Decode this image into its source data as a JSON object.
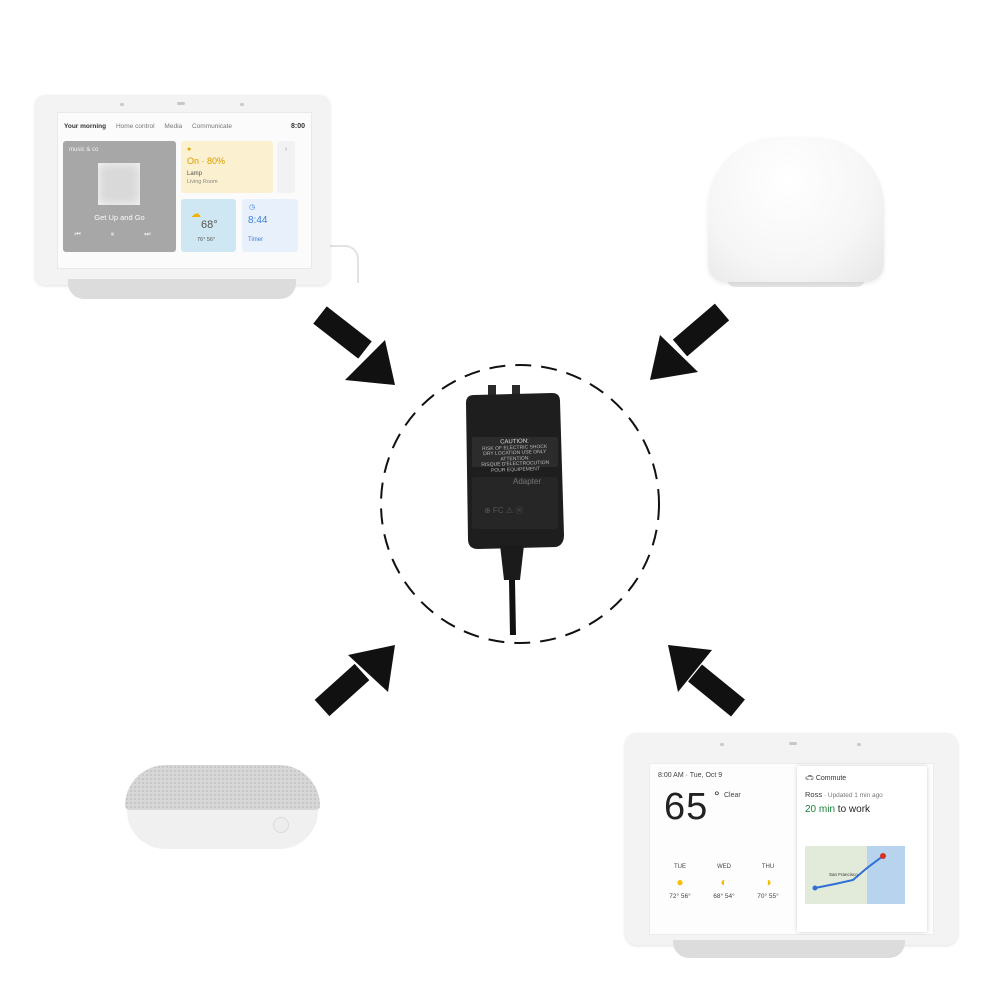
{
  "hub_top": {
    "tabs": [
      "Your morning",
      "Home control",
      "Media",
      "Communicate"
    ],
    "clock": "8:00",
    "music": {
      "source": "music & co",
      "song": "Get Up and Go",
      "controls": "⏮ ⏸ ⏭"
    },
    "lamp": {
      "state": "On · 80%",
      "name": "Lamp",
      "room": "Living Room"
    },
    "weather": {
      "temp": "68°",
      "lohi": "76° 56°"
    },
    "timer": {
      "time": "8:44",
      "label": "Timer"
    }
  },
  "hub_bottom": {
    "datetime": "8:00 AM · Tue, Oct 9",
    "temp": "65",
    "deg": "°",
    "condition": "Clear",
    "forecast": [
      {
        "day": "TUE",
        "temps": "72° 56°"
      },
      {
        "day": "WED",
        "temps": "68° 54°"
      },
      {
        "day": "THU",
        "temps": "70° 55°"
      }
    ],
    "commute": {
      "title": "Commute",
      "name": "Ross",
      "updated": " · Updated 1 min ago",
      "eta_value": "20 min",
      "eta_suffix": " to work",
      "map_label": "San Francisco"
    }
  },
  "adapter_label": {
    "caution": "CAUTION:",
    "lines": [
      "RISK OF ELECTRIC SHOCK",
      "DRY LOCATION USE ONLY",
      "ATTENTION:",
      "RISQUE D'ELECTROCUTION",
      "POUR EQUIPEMENT"
    ],
    "brand": "Adapter",
    "marks": "⊕ FC ⚠ ⓦ"
  },
  "colors": {
    "arrow": "#111111",
    "ring": "#111111",
    "adapter": "#1e1e1e"
  }
}
